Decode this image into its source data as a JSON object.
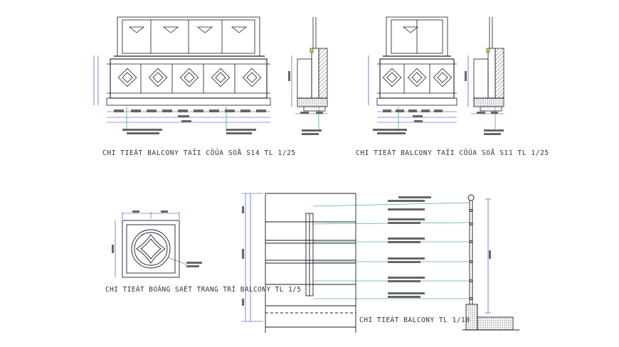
{
  "captions": {
    "balcony_s14": "CHI TIEÁT BALCONY TAÏI CÖÛA SOÅ S14 TL 1/25",
    "balcony_s11": "CHI TIEÁT BALCONY TAÏI CÖÛA SOÅ S11 TL 1/25",
    "decor_panel": "CHI TIEÁT BOÂNG SAÉT TRANG TRÍ BALCONY TL 1/5",
    "balcony_detail": "CHI TIEÁT BALCONY TL 1/10"
  },
  "colors": {
    "outline": "#1a1a2e",
    "dimension": "#2233cc",
    "dimension_alt": "#0a8a4a",
    "annotation": "#cc2222",
    "hatch": "#444444"
  }
}
